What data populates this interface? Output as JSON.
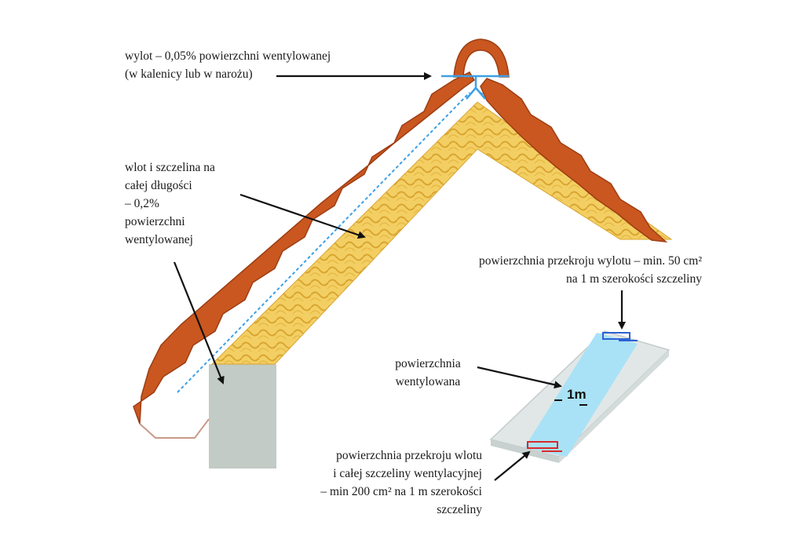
{
  "labels": {
    "outlet": {
      "line1": "wylot – 0,05% powierzchni wentylowanej",
      "line2": "(w kalenicy lub w narożu)"
    },
    "inlet": {
      "line1": "wlot i szczelina na",
      "line2": "całej długości",
      "line3": "– 0,2%",
      "line4": "powierzchni",
      "line5": "wentylowanej"
    },
    "outlet_section": {
      "line1": "powierzchnia przekroju wylotu – min. 50 cm²",
      "line2": "na 1 m szerokości szczeliny"
    },
    "ventilated_area": {
      "line1": "powierzchnia",
      "line2": "wentylowana"
    },
    "inlet_section": {
      "line1": "powierzchnia przekroju wlotu",
      "line2": "i całej szczeliny wentylacyjnej",
      "line3": "– min 200 cm² na 1 m szerokości",
      "line4": "szczeliny"
    },
    "width_marker": "1m"
  },
  "colors": {
    "tile": "#c9571f",
    "tile_edge": "#9e3d12",
    "insulation": "#f3cf63",
    "insulation_pattern": "#d9a531",
    "air_gap": "#3da0e6",
    "wall": "#c2cbc6",
    "panel": "#e1e7e7",
    "channel": "#a9e2f6",
    "outlet_marker": "#2c63d6",
    "inlet_marker": "#d92b2b",
    "arrow": "#111111"
  }
}
